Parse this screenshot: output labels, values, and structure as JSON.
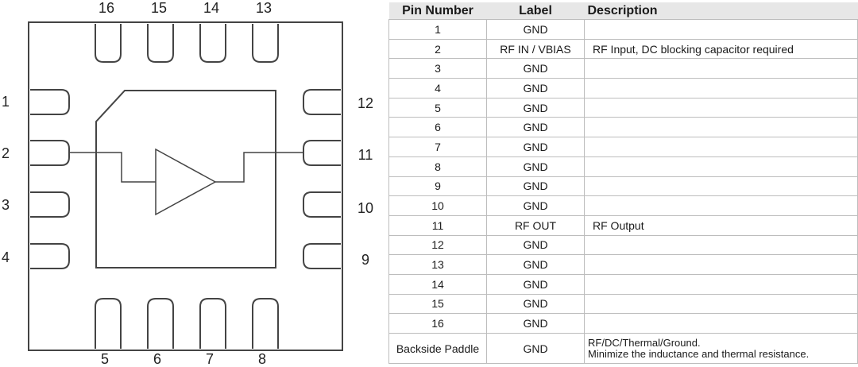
{
  "diagram": {
    "top_pins": [
      "16",
      "15",
      "14",
      "13"
    ],
    "left_pins": [
      "1",
      "2",
      "3",
      "4"
    ],
    "right_pins": [
      "12",
      "11",
      "10",
      "9"
    ],
    "bottom_pins": [
      "5",
      "6",
      "7",
      "8"
    ]
  },
  "table": {
    "headers": {
      "pin_number": "Pin Number",
      "label": "Label",
      "description": "Description"
    },
    "rows": [
      {
        "pin": "1",
        "label": "GND",
        "description": ""
      },
      {
        "pin": "2",
        "label": "RF IN / VBIAS",
        "description": "RF Input, DC blocking capacitor required"
      },
      {
        "pin": "3",
        "label": "GND",
        "description": ""
      },
      {
        "pin": "4",
        "label": "GND",
        "description": ""
      },
      {
        "pin": "5",
        "label": "GND",
        "description": ""
      },
      {
        "pin": "6",
        "label": "GND",
        "description": ""
      },
      {
        "pin": "7",
        "label": "GND",
        "description": ""
      },
      {
        "pin": "8",
        "label": "GND",
        "description": ""
      },
      {
        "pin": "9",
        "label": "GND",
        "description": ""
      },
      {
        "pin": "10",
        "label": "GND",
        "description": ""
      },
      {
        "pin": "11",
        "label": "RF OUT",
        "description": "RF Output"
      },
      {
        "pin": "12",
        "label": "GND",
        "description": ""
      },
      {
        "pin": "13",
        "label": "GND",
        "description": ""
      },
      {
        "pin": "14",
        "label": "GND",
        "description": ""
      },
      {
        "pin": "15",
        "label": "GND",
        "description": ""
      },
      {
        "pin": "16",
        "label": "GND",
        "description": ""
      }
    ],
    "paddle": {
      "pin": "Backside Paddle",
      "label": "GND",
      "description_line1": "RF/DC/Thermal/Ground.",
      "description_line2": "Minimize the inductance and thermal resistance."
    }
  }
}
